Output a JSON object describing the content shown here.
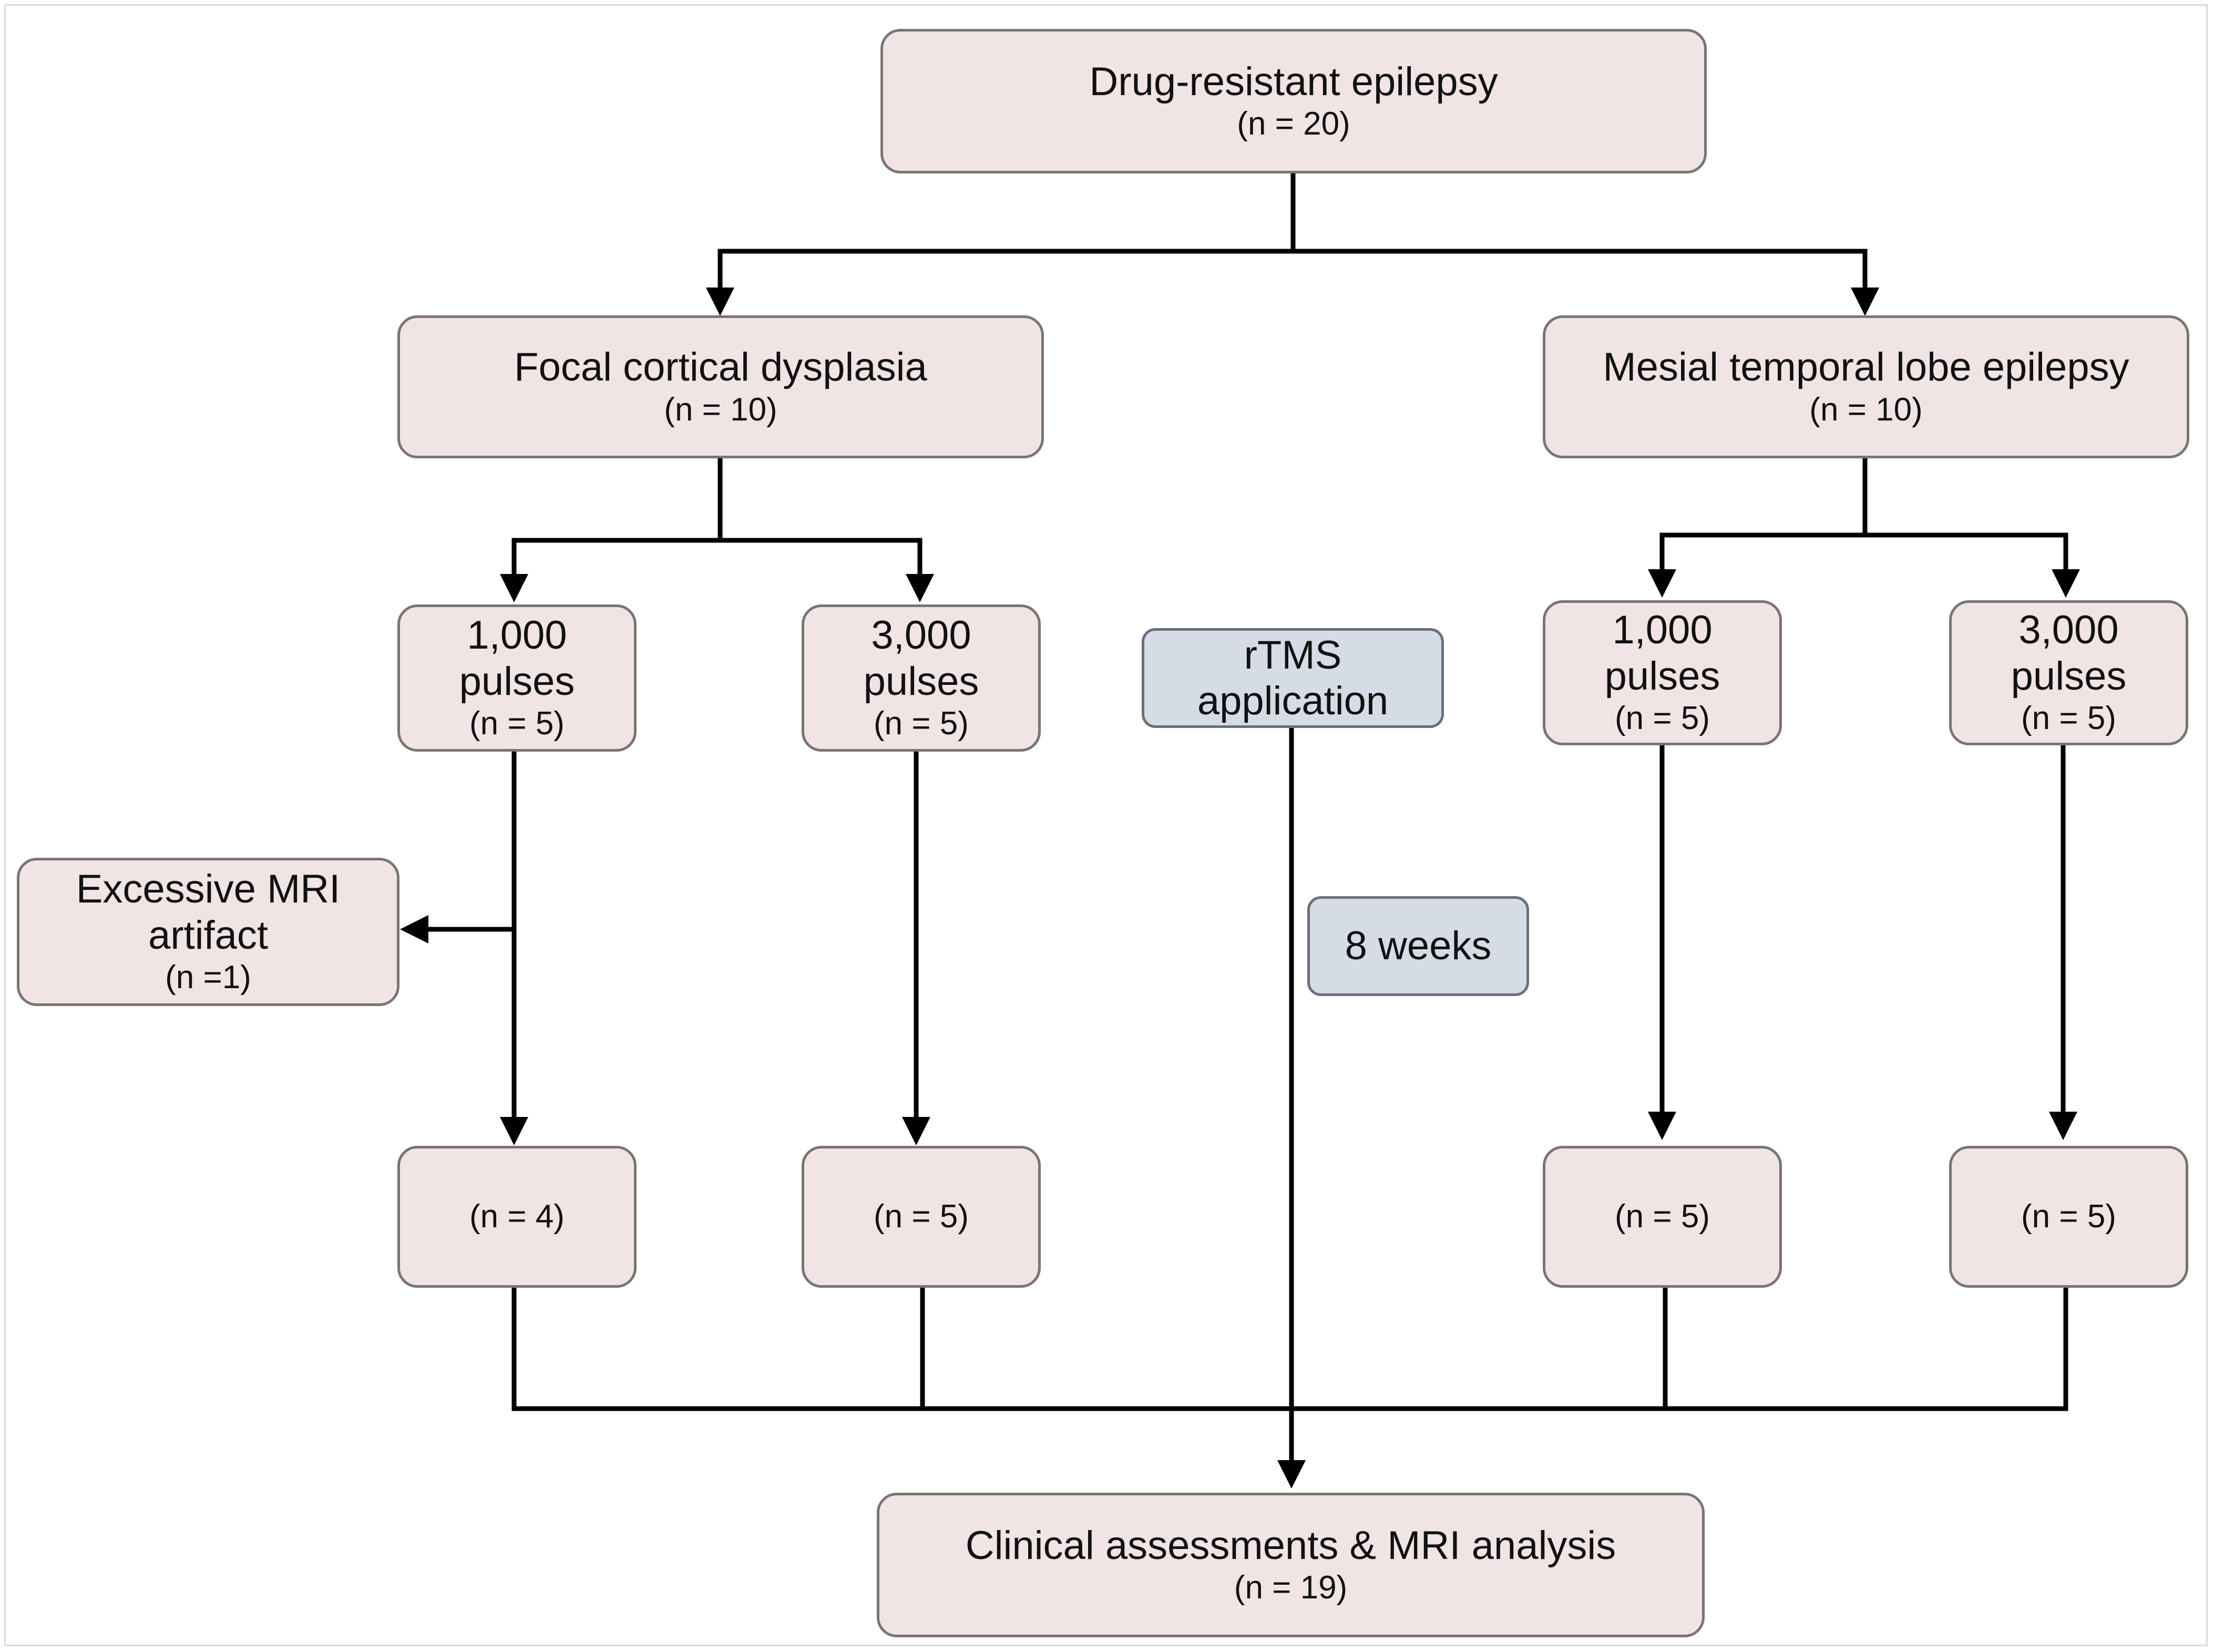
{
  "colors": {
    "box_fill": "#f1e4e4",
    "box_border": "#7a7474",
    "timing_fill": "#d5dce6",
    "line": "#000000"
  },
  "nodes": {
    "root": {
      "title": "Drug-resistant epilepsy",
      "n": "(n = 20)"
    },
    "fcd": {
      "title": "Focal cortical dysplasia",
      "n": "(n = 10)"
    },
    "mtle": {
      "title": "Mesial temporal lobe epilepsy",
      "n": "(n = 10)"
    },
    "fcd_1000": {
      "line1": "1,000",
      "line2": "pulses",
      "n": "(n = 5)"
    },
    "fcd_3000": {
      "line1": "3,000",
      "line2": "pulses",
      "n": "(n = 5)"
    },
    "mtle_1000": {
      "line1": "1,000",
      "line2": "pulses",
      "n": "(n = 5)"
    },
    "mtle_3000": {
      "line1": "3,000",
      "line2": "pulses",
      "n": "(n = 5)"
    },
    "excluded": {
      "line1": "Excessive MRI",
      "line2": "artifact",
      "n": "(n =1)"
    },
    "rtms": {
      "line1": "rTMS",
      "line2": "application"
    },
    "duration": {
      "label": "8 weeks"
    },
    "fcd_1000_final": {
      "n": "(n = 4)"
    },
    "fcd_3000_final": {
      "n": "(n = 5)"
    },
    "mtle_1000_final": {
      "n": "(n = 5)"
    },
    "mtle_3000_final": {
      "n": "(n = 5)"
    },
    "outcome": {
      "title": "Clinical assessments & MRI analysis",
      "n": "(n = 19)"
    }
  }
}
